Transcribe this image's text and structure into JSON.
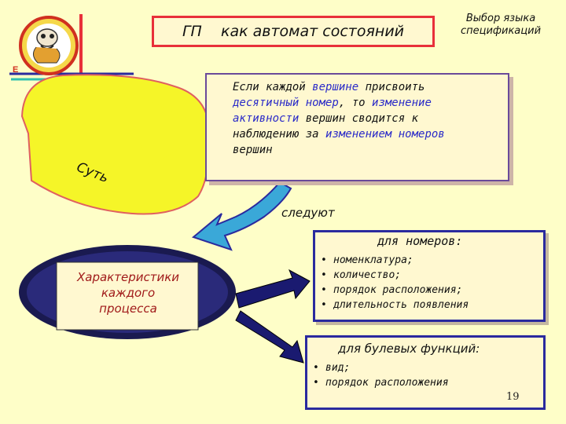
{
  "header": {
    "title": "ГП    как автомат состояний",
    "spec_line1": "Выбор языка",
    "spec_line2": "спецификаций"
  },
  "definition": {
    "lines": [
      [
        "Если каждой ",
        "вершине",
        " присвоить"
      ],
      [
        "десятичный номер",
        ", то ",
        "изменение"
      ],
      [
        "активности",
        " вершин сводится к",
        ""
      ],
      [
        "наблюдению за ",
        "изменением номеров",
        ""
      ],
      [
        "вершин",
        "",
        ""
      ]
    ]
  },
  "sut_label": "Суть",
  "follows_label": "следуют",
  "characteristics": {
    "line1": "Характеристики",
    "line2": "каждого",
    "line3": "процесса"
  },
  "numbers_panel": {
    "title": "для номеров:",
    "items": [
      "номенклатура;",
      "количество;",
      "порядок расположения;",
      "длительность появления"
    ]
  },
  "boolean_panel": {
    "title": "для булевых функций:",
    "items": [
      "вид;",
      "порядок расположения"
    ]
  },
  "page_number": "19",
  "colors": {
    "background": "#fefec8",
    "accent_red": "#e8303a",
    "accent_blue": "#2a2a9e",
    "arrow_blue": "#3aa8d8",
    "callout_yellow": "#f5f528"
  }
}
